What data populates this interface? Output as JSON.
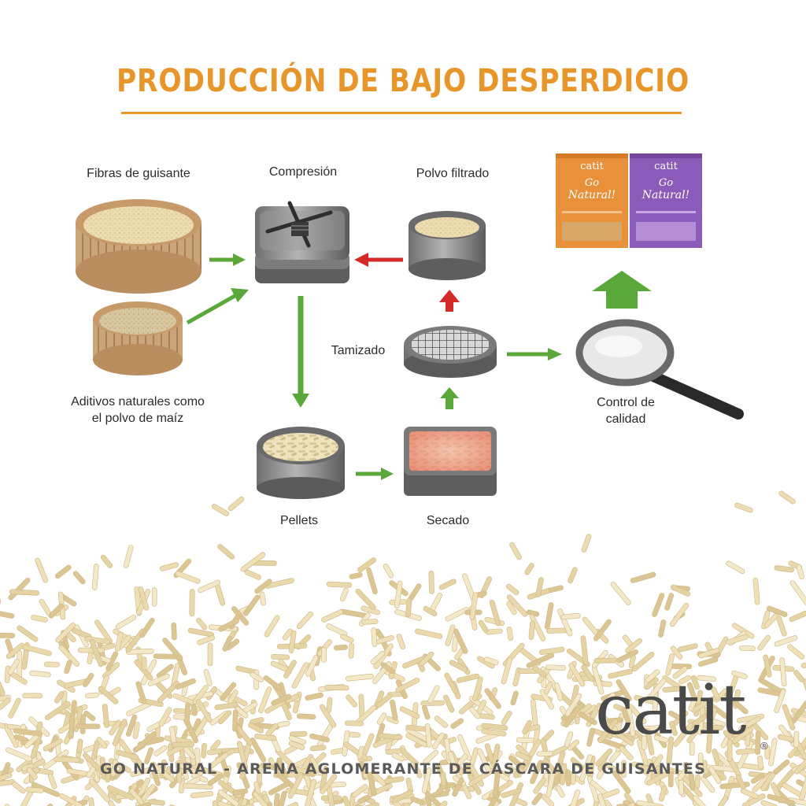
{
  "title": "PRODUCCIÓN DE BAJO DESPERDICIO",
  "steps": {
    "fibras": "Fibras de guisante",
    "aditivos_1": "Aditivos naturales como",
    "aditivos_2": "el polvo de maíz",
    "compresion": "Compresión",
    "polvo": "Polvo filtrado",
    "tamizado": "Tamizado",
    "pellets": "Pellets",
    "secado": "Secado",
    "control_1": "Control de",
    "control_2": "calidad"
  },
  "product_boxes": {
    "brand": "catit",
    "line_1": "Go",
    "line_2": "Natural!"
  },
  "footer": "GO NATURAL - ARENA AGLOMERANTE DE CÁSCARA DE GUISANTES",
  "logo": {
    "text": "catit",
    "mark": "®"
  },
  "colors": {
    "title": "#e8962a",
    "arrow_green": "#5aa83a",
    "arrow_red": "#d42a2a",
    "box_orange": "#e9903a",
    "box_purple": "#8a5bb8"
  }
}
